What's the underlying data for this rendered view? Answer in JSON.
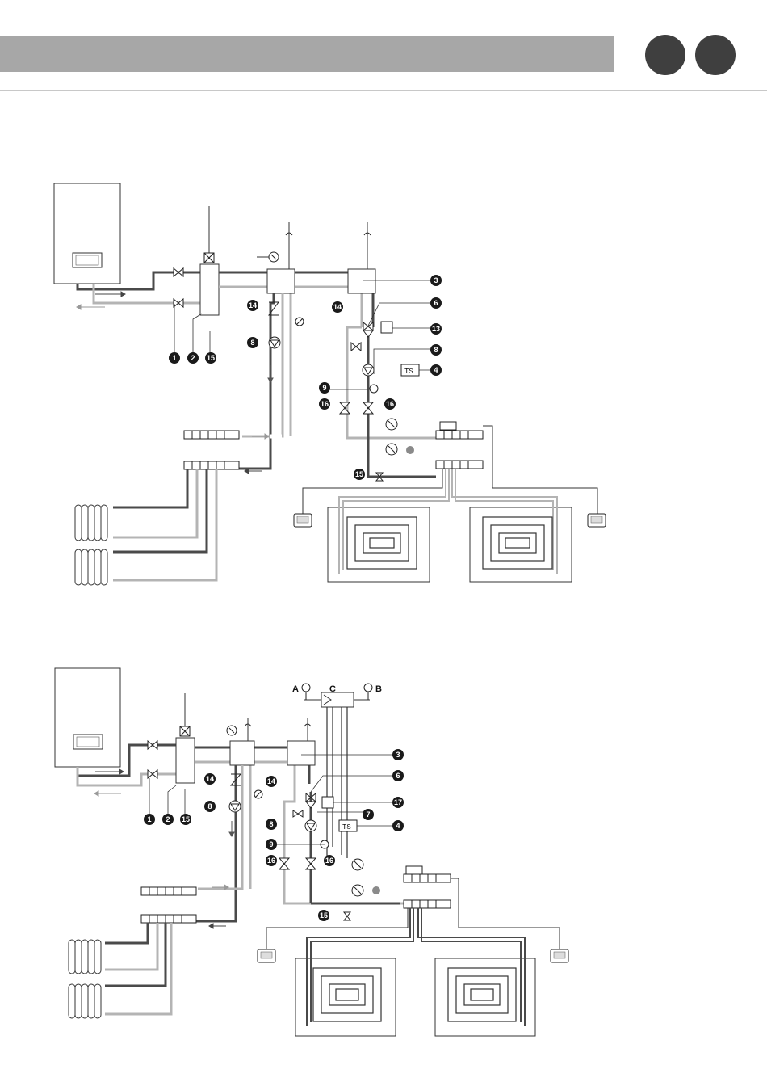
{
  "header": {
    "title": "",
    "accent_color": "#a7a7a7",
    "dot_color": "#3f3f3f"
  },
  "colors": {
    "flow": "#4a4a4a",
    "return": "#b4b4b4",
    "marker": "#1a1a1a",
    "sensor": "#8a8a8a"
  },
  "diagram_1": {
    "markers": [
      "1",
      "2",
      "15",
      "14",
      "8",
      "14",
      "3",
      "6",
      "13",
      "8",
      "4",
      "9",
      "16",
      "16",
      "15"
    ],
    "ts_label": "TS"
  },
  "diagram_2": {
    "markers": [
      "1",
      "2",
      "15",
      "8",
      "14",
      "14",
      "3",
      "6",
      "17",
      "7",
      "8",
      "4",
      "9",
      "16",
      "16",
      "15"
    ],
    "ts_label": "TS",
    "letter_a": "A",
    "letter_b": "B",
    "letter_c": "C"
  },
  "icons": [
    "boiler-icon",
    "valve-icon",
    "pump-icon",
    "check-valve-icon",
    "thermometer-icon",
    "manometer-icon",
    "air-vent-icon",
    "radiator-icon",
    "room-thermostat-icon",
    "floor-loop-icon",
    "manifold-icon"
  ]
}
